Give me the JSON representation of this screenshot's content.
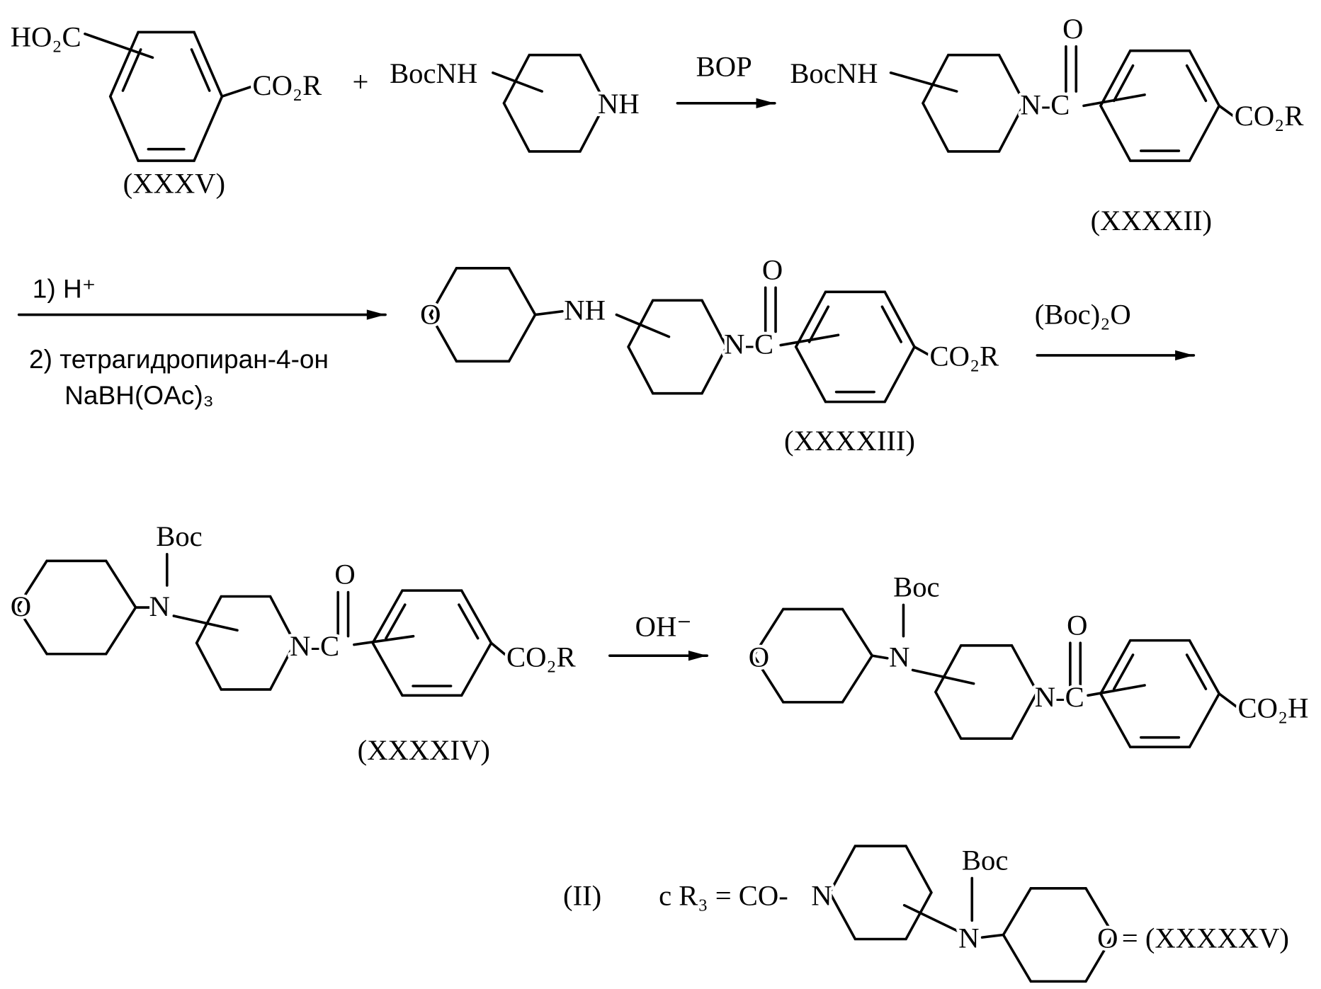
{
  "step1": {
    "reactant_a": {
      "sub1": "HO₂C",
      "sub2": "CO₂R",
      "label": "(XXXV)"
    },
    "plus": "+",
    "reactant_b": {
      "sub": "BocNH",
      "ring_atom": "NH"
    },
    "reagent": "BOP",
    "product": {
      "sub": "BocNH",
      "carbonyl_o": "O",
      "linker": "N-C",
      "ester": "CO₂R",
      "label": "(XXXXII)"
    }
  },
  "step2": {
    "reagent_line1": "1) H⁺",
    "reagent_line2": "2) тетрагидропиран-4-он",
    "reagent_line3": "NaBH(OAc)₃",
    "product": {
      "ring_o": "O",
      "amine": "NH",
      "carbonyl_o": "O",
      "linker": "N-C",
      "ester": "CO₂R",
      "label": "(XXXXIII)"
    },
    "next_reagent": "(Boc)₂O"
  },
  "step3": {
    "reactant": {
      "ring_o": "O",
      "n": "N",
      "boc": "Boc",
      "carbonyl_o": "O",
      "linker": "N-C",
      "ester": "CO₂R",
      "label": "(XXXXIV)"
    },
    "reagent": "OH⁻",
    "product": {
      "ring_o": "O",
      "n": "N",
      "boc": "Boc",
      "carbonyl_o": "O",
      "linker": "N-C",
      "acid": "CO₂H"
    }
  },
  "definition": {
    "ref": "(II)",
    "text": "c R₃ = CO-",
    "n1": "N",
    "n2": "N",
    "boc": "Boc",
    "ring_o": "O",
    "equals": "= (XXXXXV)"
  }
}
